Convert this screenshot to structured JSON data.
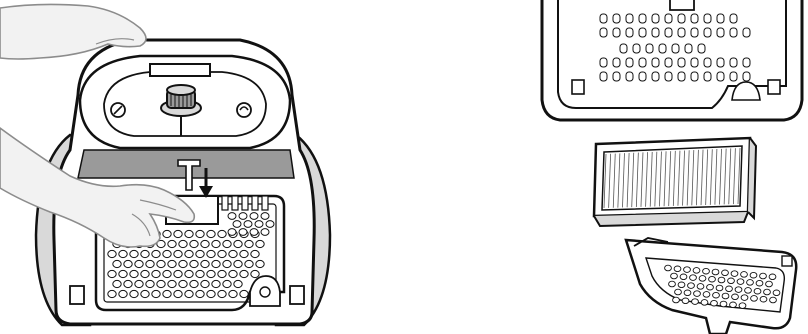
{
  "figure": {
    "panels": [
      {
        "id": "left",
        "subject": "vacuum-cleaner-rear-grille-removal"
      },
      {
        "id": "right",
        "subject": "exploded-filter-and-grille"
      }
    ],
    "colors": {
      "stroke": "#111111",
      "fill": "#ffffff",
      "body_shade": "#d9d9d9",
      "dark_shade": "#9a9a9a",
      "hand_fill": "#f2f2f2",
      "hand_stroke": "#8c8c8c"
    }
  }
}
